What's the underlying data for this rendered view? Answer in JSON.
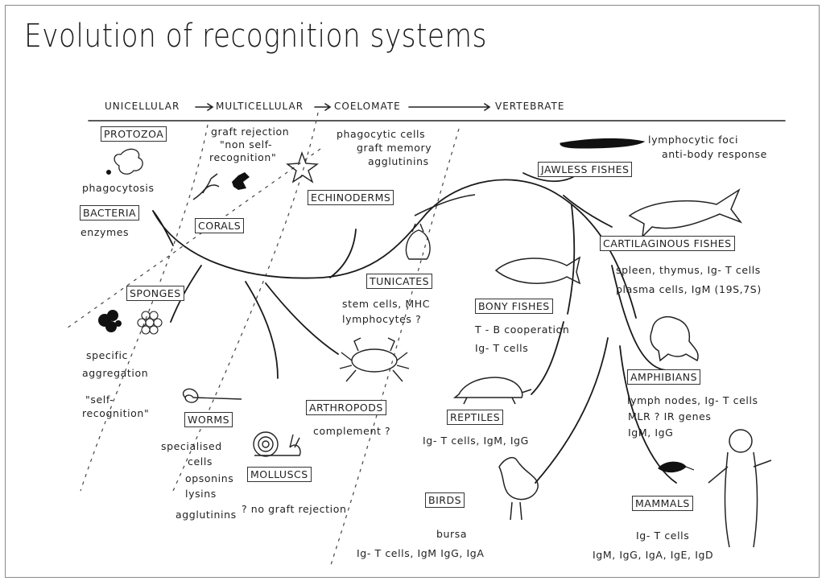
{
  "title": "Evolution of recognition systems",
  "scale": {
    "unicellular": "UNICELLULAR",
    "multicellular": "MULTICELLULAR",
    "coelomate": "COELOMATE",
    "vertebrate": "VERTEBRATE"
  },
  "groups": {
    "protozoa": "PROTOZOA",
    "bacteria": "BACTERIA",
    "corals": "CORALS",
    "sponges": "SPONGES",
    "worms": "WORMS",
    "molluscs": "MOLLUSCS",
    "echinoderms": "ECHINODERMS",
    "tunicates": "TUNICATES",
    "arthropods": "ARTHROPODS",
    "jawless_fishes": "JAWLESS FISHES",
    "cartilaginous_fishes": "CARTILAGINOUS FISHES",
    "bony_fishes": "BONY FISHES",
    "amphibians": "AMPHIBIANS",
    "reptiles": "REPTILES",
    "birds": "BIRDS",
    "mammals": "MAMMALS"
  },
  "notes": {
    "phagocytosis": "phagocytosis",
    "enzymes": "enzymes",
    "graft_rejection": "graft rejection",
    "non_self_1": "\"non self-",
    "non_self_2": "recognition\"",
    "echino_1": "phagocytic  cells",
    "echino_2": "graft  memory",
    "echino_3": "agglutinins",
    "lymph_foci": "lymphocytic  foci",
    "antibody": "anti-body  response",
    "specific": "specific",
    "aggregation": "aggregation",
    "self_1": "\"self-",
    "self_2": "recognition\"",
    "spec_cells_1": "specialised",
    "spec_cells_2": "cells",
    "opsonins": "opsonins",
    "lysins": "lysins",
    "agglutinins": "agglutinins",
    "no_graft": "? no graft rejection",
    "complement": "complement ?",
    "stem_cells": "stem cells, MHC",
    "lymphocytes": "lymphocytes ?",
    "cart_1": "spleen,  thymus,  Ig- T cells",
    "cart_2": "plasma  cells,  IgM (19S,7S)",
    "bony_1": "T - B  cooperation",
    "bony_2": "Ig- T cells",
    "amph_1": "lymph nodes,  Ig- T cells",
    "amph_2": "MLR     ? IR genes",
    "amph_3": "IgM,  IgG",
    "rept_1": "Ig- T cells,  IgM, IgG",
    "bursa": "bursa",
    "birds_1": "Ig- T cells,  IgM  IgG, IgA",
    "mam_1": "Ig- T cells",
    "mam_2": "IgM,  IgG,  IgA,  IgE,  IgD"
  }
}
